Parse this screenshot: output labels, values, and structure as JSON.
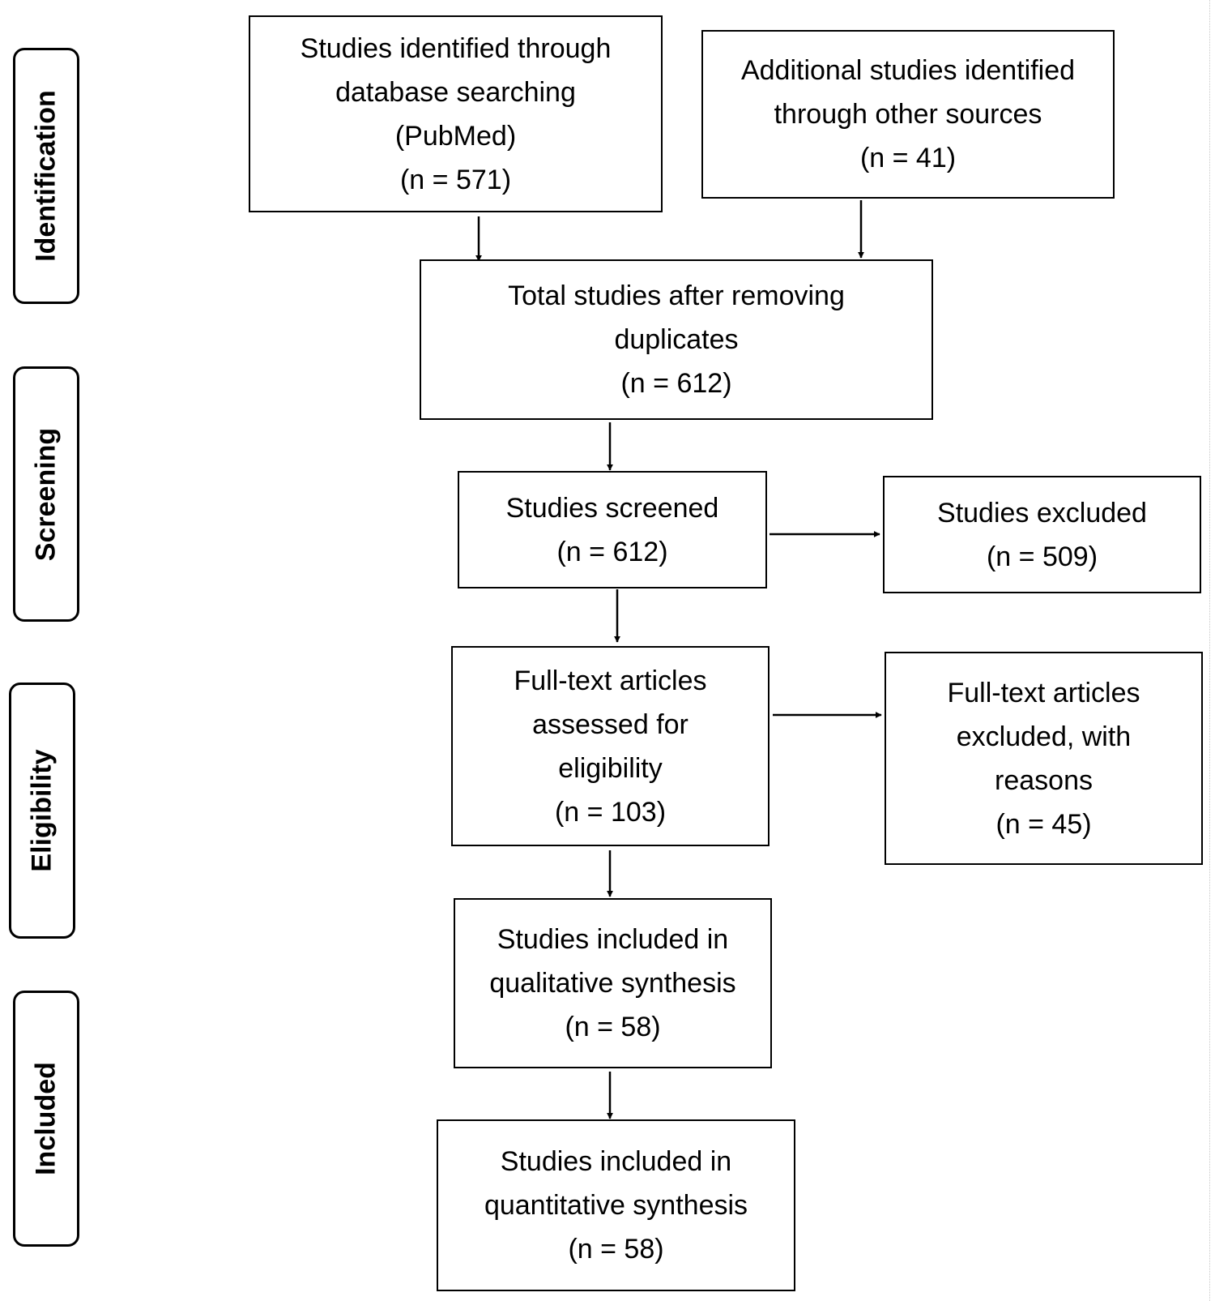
{
  "stages": {
    "identification": "Identification",
    "screening": "Screening",
    "eligibility": "Eligibility",
    "included": "Included"
  },
  "boxes": {
    "database_search": {
      "lines": [
        "Studies identified through",
        "database searching",
        "(PubMed)",
        "(n = 571)"
      ]
    },
    "other_sources": {
      "lines": [
        "Additional studies identified",
        "through other sources",
        "(n = 41)"
      ]
    },
    "after_duplicates": {
      "lines": [
        "Total studies after removing",
        "duplicates",
        "(n = 612)"
      ]
    },
    "screened": {
      "lines": [
        "Studies screened",
        "(n = 612)"
      ]
    },
    "excluded": {
      "lines": [
        "Studies excluded",
        "(n = 509)"
      ]
    },
    "full_text_assessed": {
      "lines": [
        "Full-text articles",
        "assessed for",
        "eligibility",
        "(n = 103)"
      ]
    },
    "full_text_excluded": {
      "lines": [
        "Full-text articles",
        "excluded, with",
        "reasons",
        "(n = 45)"
      ]
    },
    "qualitative": {
      "lines": [
        "Studies included in",
        "qualitative synthesis",
        "(n = 58)"
      ]
    },
    "quantitative": {
      "lines": [
        "Studies included in",
        "quantitative synthesis",
        "(n = 58)"
      ]
    }
  }
}
